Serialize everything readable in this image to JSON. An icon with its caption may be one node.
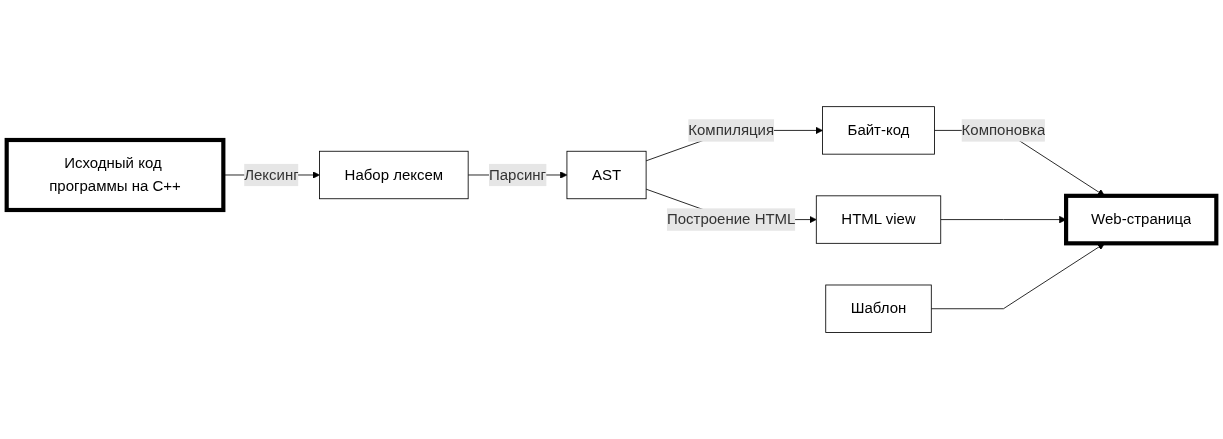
{
  "diagram": {
    "nodes": [
      {
        "text": [
          "Исходный код программы на С++"
        ]
      },
      {
        "text": [
          "Набор лексем"
        ]
      },
      {
        "text": [
          "AST"
        ]
      },
      {
        "text": [
          "Байт-код"
        ]
      },
      {
        "text": [
          "HTML view"
        ]
      },
      {
        "text": [
          "Шаблон"
        ]
      },
      {
        "text": [
          "Web-страница"
        ]
      }
    ],
    "edges": [
      {
        "from": 0,
        "to": 1,
        "arrow": "to",
        "label": "Лексинг"
      },
      {
        "from": 1,
        "to": 2,
        "arrow": "to",
        "label": "Парсинг"
      },
      {
        "from": 2,
        "to": 3,
        "arrow": "to",
        "label": "Компиляция"
      },
      {
        "from": 2,
        "to": 4,
        "arrow": "to",
        "label": "Построение HTML"
      },
      {
        "from": 3,
        "to": 6,
        "arrow": "to",
        "label": "Компоновка"
      },
      {
        "from": 4,
        "to": 6,
        "arrow": "to"
      },
      {
        "from": 5,
        "to": 6,
        "arrow": "to"
      }
    ]
  }
}
